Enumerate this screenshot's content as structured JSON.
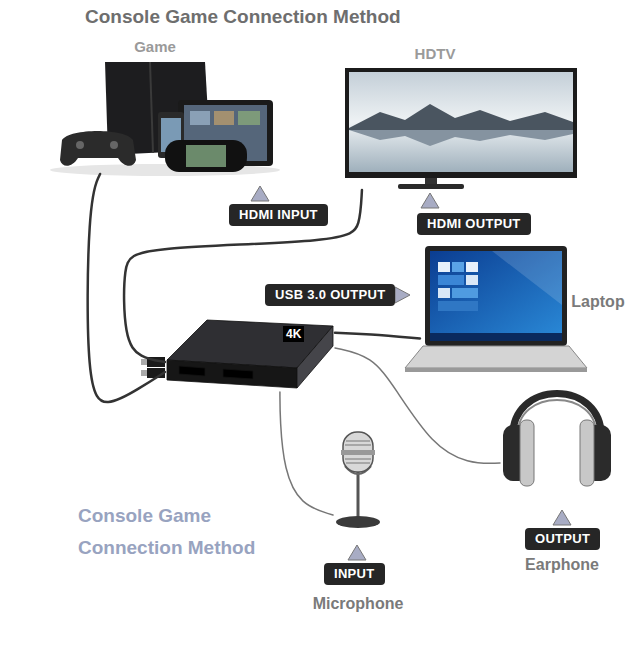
{
  "diagram": {
    "title": "Console Game Connection Method",
    "nodes": [
      {
        "text": [
          "Game"
        ]
      },
      {
        "text": [
          "HDTV"
        ]
      },
      {
        "text": [
          "HDMI INPUT"
        ]
      },
      {
        "text": [
          "HDMI OUTPUT"
        ]
      },
      {
        "text": [
          "USB 3.0 OUTPUT"
        ]
      },
      {
        "text": [
          "Laptop"
        ]
      },
      {
        "text": [
          "4K"
        ]
      },
      {
        "text": [
          "Earphone"
        ]
      },
      {
        "text": [
          "OUTPUT"
        ]
      },
      {
        "text": [
          "INPUT"
        ]
      },
      {
        "text": [
          "Microphone"
        ]
      }
    ],
    "edges": [
      {
        "from": 0,
        "to": 6,
        "arrow": "none"
      },
      {
        "from": 6,
        "to": 1,
        "arrow": "none"
      },
      {
        "from": 6,
        "to": 5,
        "arrow": "none"
      },
      {
        "from": 10,
        "to": 6,
        "arrow": "none"
      },
      {
        "from": 6,
        "to": 7,
        "arrow": "none"
      }
    ],
    "labels": [
      "Console Game Connection Method"
    ]
  }
}
